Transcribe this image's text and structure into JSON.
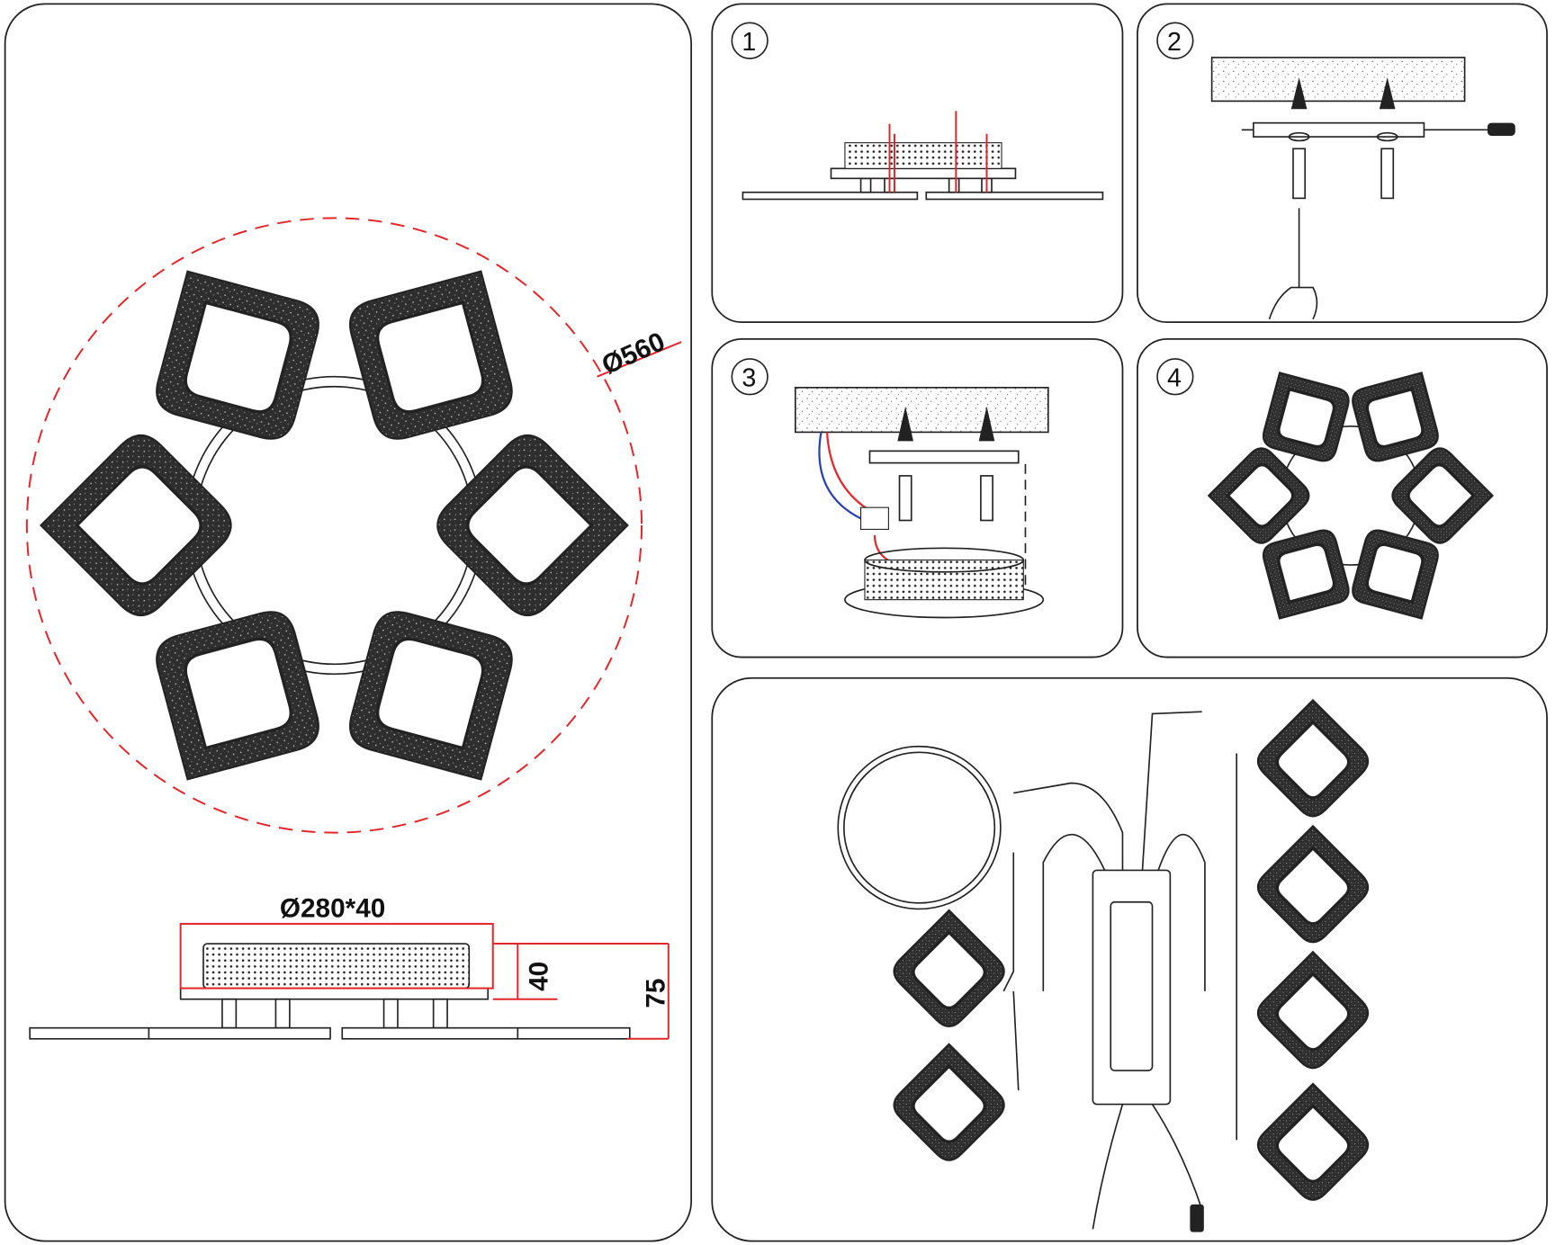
{
  "dimensions": {
    "overall_diameter": "Ø560",
    "base_size": "Ø280*40",
    "base_height": "40",
    "total_height": "75"
  },
  "steps": [
    {
      "number": "1"
    },
    {
      "number": "2"
    },
    {
      "number": "3"
    },
    {
      "number": "4"
    }
  ],
  "colors": {
    "dimension_lines": "#e3262b",
    "outline": "#222222",
    "petal_fill": "#2e2e2e",
    "wire_blue": "#2b3fb5"
  }
}
